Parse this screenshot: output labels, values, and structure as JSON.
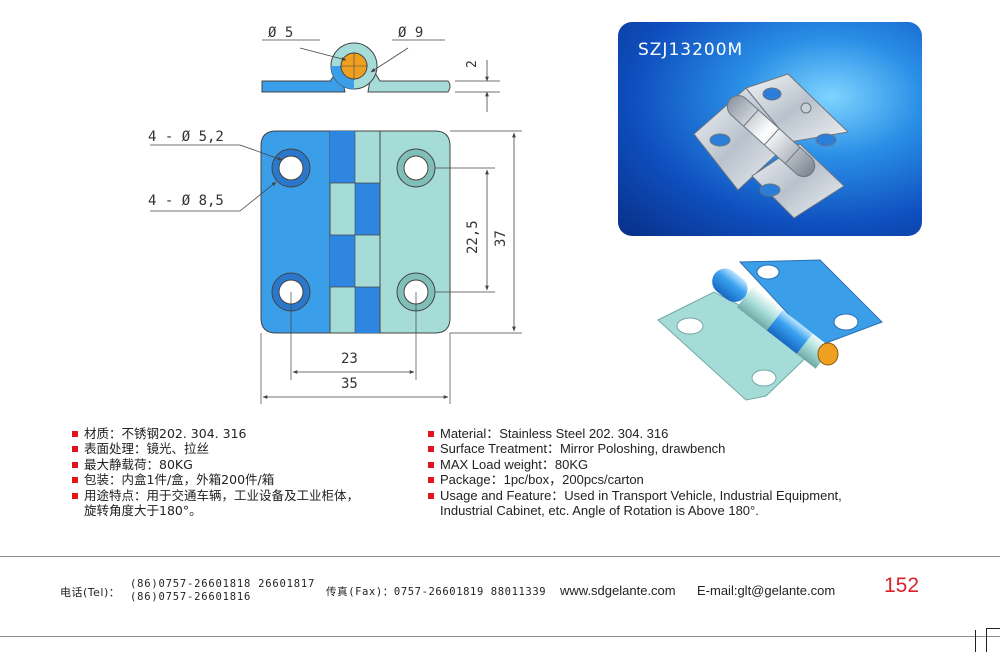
{
  "drawing": {
    "dims": {
      "pin_dia": "Ø 5",
      "knuckle_dia": "Ø 9",
      "thickness": "2",
      "hole_dia": "4 - Ø 5,2",
      "counterbore_dia": "4 - Ø 8,5",
      "hole_pitch_v": "22,5",
      "height": "37",
      "hole_pitch_h": "23",
      "width": "35"
    },
    "colors": {
      "leaf_left": "#3a9ee8",
      "leaf_right": "#a6dcd8",
      "knuckle_blue": "#2f86e0",
      "pin": "#f0a020",
      "dim_line": "#444444"
    }
  },
  "photo": {
    "title": "SZJ13200M"
  },
  "specs_cn": [
    {
      "text": "材质：不锈钢202. 304. 316"
    },
    {
      "text": "表面处理：镜光、拉丝"
    },
    {
      "text": "最大静载荷：80KG"
    },
    {
      "text": "包装：内盒1件/盒，外箱200件/箱"
    },
    {
      "text": "用途特点：用于交通车辆，工业设备及工业柜体，",
      "text2": "旋转角度大于180°。"
    }
  ],
  "specs_en": [
    {
      "text": "Material：Stainless Steel 202. 304. 316"
    },
    {
      "text": "Surface Treatment：Mirror Poloshing, drawbench"
    },
    {
      "text": "MAX Load weight：80KG"
    },
    {
      "text": "Package：1pc/box，200pcs/carton"
    },
    {
      "text": "Usage and Feature：Used in Transport Vehicle, Industrial Equipment,",
      "text2": "Industrial Cabinet, etc. Angle of Rotation is Above 180°."
    }
  ],
  "footer": {
    "tel_label": "电话(Tel)：",
    "tel_line1": "(86)0757-26601818  26601817",
    "tel_line2": "(86)0757-26601816",
    "fax": "传真(Fax)：0757-26601819 88011339",
    "website": "www.sdgelante.com",
    "email": "E-mail:glt@gelante.com",
    "page_number": "152"
  },
  "accent_color": "#d8232a"
}
